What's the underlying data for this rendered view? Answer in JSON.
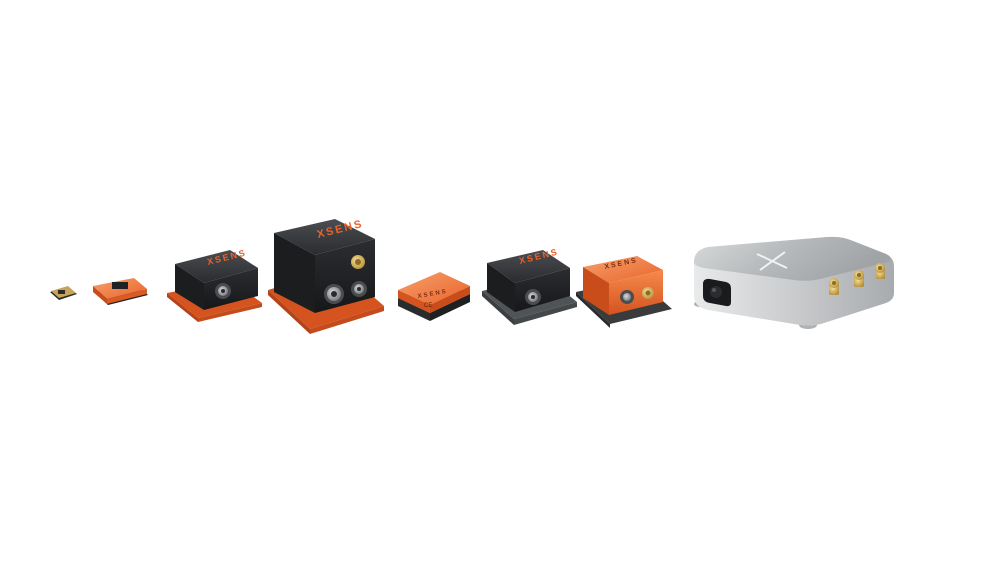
{
  "image": {
    "background_color": "#ffffff",
    "products": [
      {
        "name": "tiny-chip-module",
        "color": "#c8a35a"
      },
      {
        "name": "orange-board-module",
        "color": "#e8632b"
      },
      {
        "name": "black-box-orange-base-small",
        "brand": "xsens",
        "color": "#1f2022",
        "base_color": "#e8632b"
      },
      {
        "name": "black-box-orange-base-large",
        "brand": "xsens",
        "color": "#1f2022",
        "base_color": "#e8632b"
      },
      {
        "name": "orange-compact-module",
        "brand": "xsens",
        "color": "#e8632b"
      },
      {
        "name": "black-box-grey-base",
        "brand": "xsens",
        "color": "#222325",
        "base_color": "#4f5456"
      },
      {
        "name": "orange-box-dark-base",
        "brand": "xsens",
        "color": "#e8632b",
        "base_color": "#3a3b3d"
      },
      {
        "name": "silver-gnss-unit",
        "color": "#b8bbbd"
      }
    ]
  }
}
